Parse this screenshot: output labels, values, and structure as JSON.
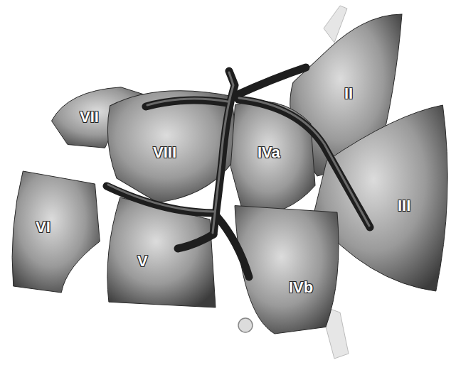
{
  "diagram": {
    "nodes": [
      {
        "text": [
          "II"
        ]
      },
      {
        "text": [
          "VII"
        ]
      },
      {
        "text": [
          "VIII"
        ]
      },
      {
        "text": [
          "IVa"
        ]
      },
      {
        "text": [
          "III"
        ]
      },
      {
        "text": [
          "VI"
        ]
      },
      {
        "text": [
          "V"
        ]
      },
      {
        "text": [
          "IVb"
        ]
      }
    ]
  }
}
